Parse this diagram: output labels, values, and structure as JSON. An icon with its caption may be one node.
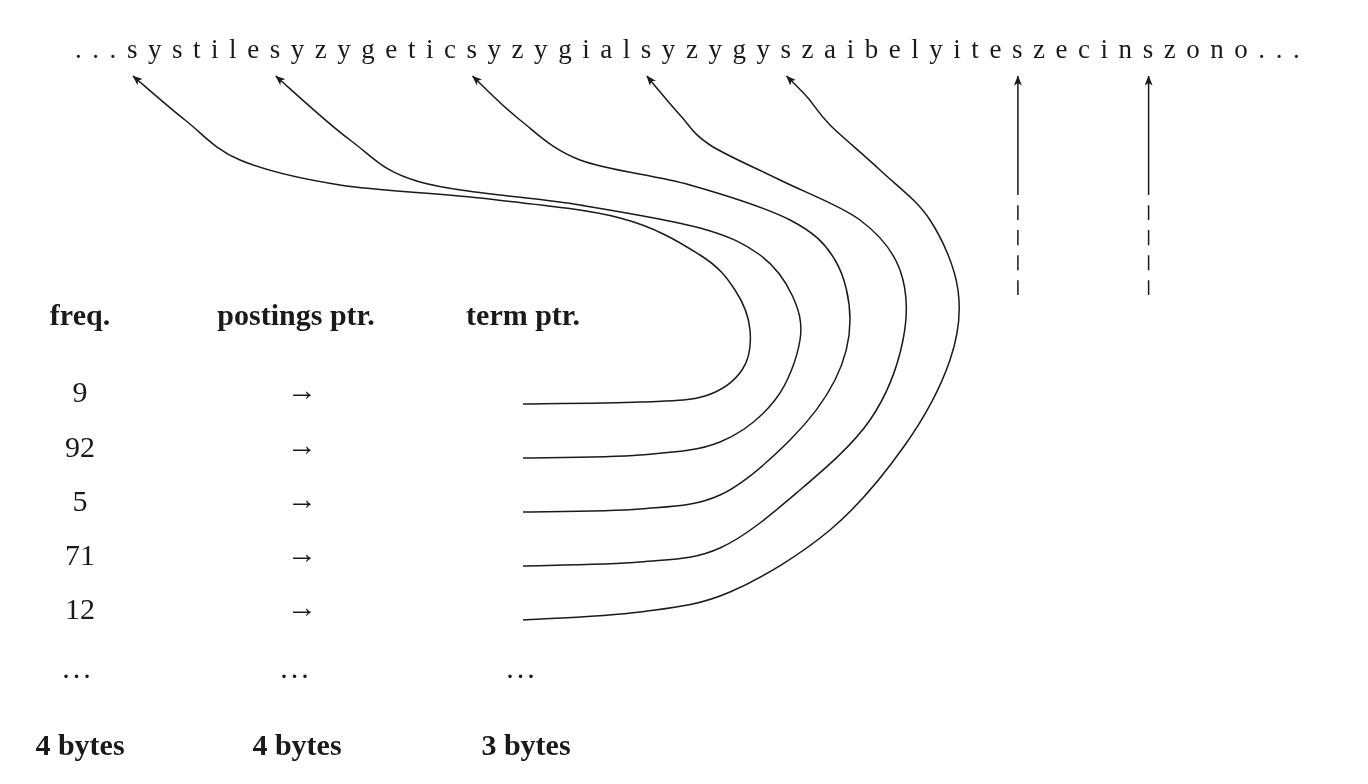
{
  "diagram": {
    "nodes": [
      {
        "text": [
          "systile"
        ]
      },
      {
        "text": [
          "syzygetic"
        ]
      },
      {
        "text": [
          "syzygial"
        ]
      },
      {
        "text": [
          "syzygy"
        ]
      },
      {
        "text": [
          "szaibelyite"
        ]
      },
      {
        "text": [
          "szecin"
        ]
      },
      {
        "text": [
          "szono"
        ]
      }
    ],
    "edges": [
      {
        "from": null,
        "to": 0,
        "arrow": "to"
      },
      {
        "from": null,
        "to": 1,
        "arrow": "to"
      },
      {
        "from": null,
        "to": 2,
        "arrow": "to"
      },
      {
        "from": null,
        "to": 3,
        "arrow": "to"
      },
      {
        "from": null,
        "to": 4,
        "arrow": "to"
      },
      {
        "from": null,
        "to": 5,
        "arrow": "to",
        "style": "dashed"
      },
      {
        "from": null,
        "to": 6,
        "arrow": "to",
        "style": "dashed"
      }
    ],
    "labels": [
      "...",
      "...",
      "freq.",
      "postings ptr.",
      "term ptr.",
      "9",
      "→",
      "92",
      "→",
      "5",
      "→",
      "71",
      "→",
      "12",
      "→",
      "...",
      "...",
      "...",
      "4 bytes",
      "4 bytes",
      "3 bytes"
    ]
  }
}
